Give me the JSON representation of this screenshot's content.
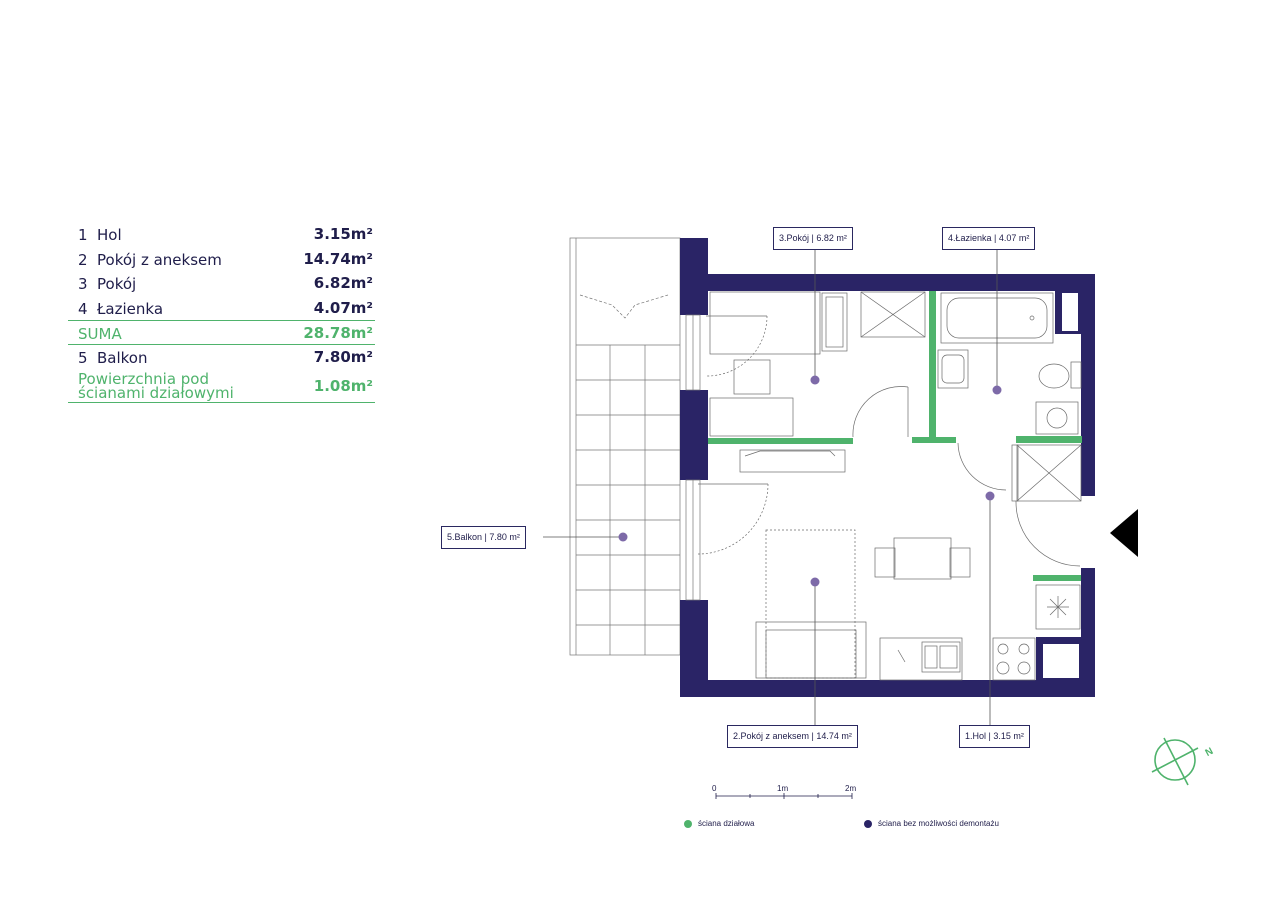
{
  "legend": {
    "rows": [
      {
        "num": "1",
        "name": "Hol",
        "area": "3.15m²"
      },
      {
        "num": "2",
        "name": "Pokój z aneksem",
        "area": "14.74m²"
      },
      {
        "num": "3",
        "name": "Pokój",
        "area": "6.82m²"
      },
      {
        "num": "4",
        "name": "Łazienka",
        "area": "4.07m²"
      }
    ],
    "sum": {
      "name": "SUMA",
      "area": "28.78m²"
    },
    "balcony": {
      "num": "5",
      "name": "Balkon",
      "area": "7.80m²"
    },
    "walls": {
      "name": "Powierzchnia pod ścianami działowymi",
      "area": "1.08m²"
    }
  },
  "labels": {
    "pokoj": "3.Pokój |    6.82 m²",
    "lazienka": "4.Łazienka |    4.07 m²",
    "balkon": "5.Balkon |    7.80 m²",
    "aneks": "2.Pokój z aneksem |   14.74 m²",
    "hol": "1.Hol |    3.15 m²"
  },
  "scale": {
    "t0": "0",
    "t1": "1m",
    "t2": "2m"
  },
  "key": {
    "partition": "ściana działowa",
    "structural": "ściana bez możliwości demontażu"
  },
  "compass": {
    "letter": "N"
  },
  "colors": {
    "structural_wall": "#2a2466",
    "partition_wall": "#4fb36c",
    "marker": "#7d6aa8",
    "line": "#555555",
    "text": "#1f1d4a"
  }
}
